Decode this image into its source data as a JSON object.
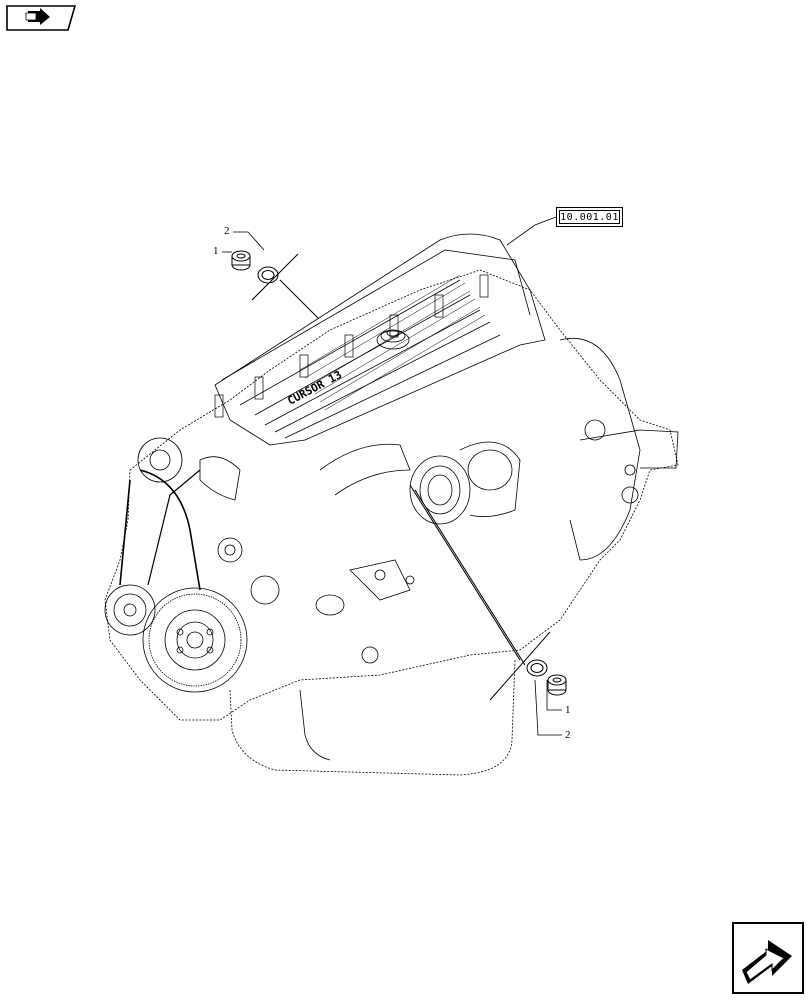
{
  "nav": {
    "prev_icon": "book-arrow-icon",
    "next_icon": "next-page-arrow-icon"
  },
  "reference": {
    "label": "10.001.01"
  },
  "engine": {
    "brand": "CURSOR 13"
  },
  "callouts": {
    "top": {
      "item1": "1",
      "item2": "2"
    },
    "bottom": {
      "item1": "1",
      "item2": "2"
    }
  }
}
